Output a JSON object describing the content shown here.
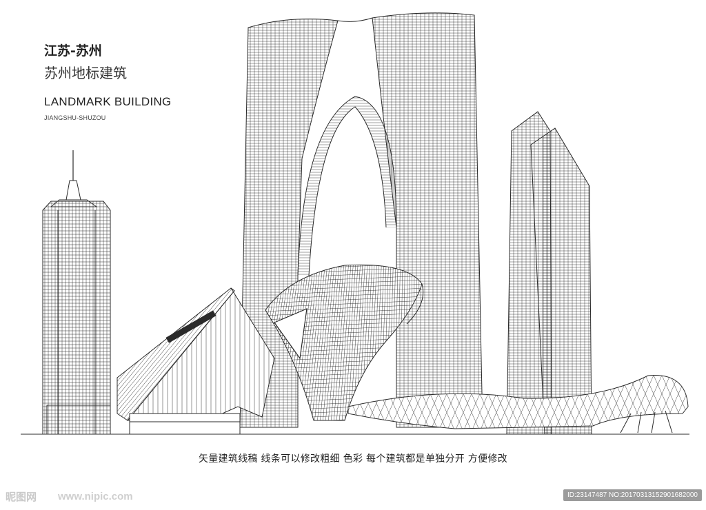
{
  "header": {
    "region": "江苏-苏州",
    "subtitle": "苏州地标建筑",
    "english_title": "LANDMARK BUILDING",
    "english_sub": "JIANGSHU-SHUZOU"
  },
  "caption": "矢量建筑线稿   线条可以修改粗细   色彩   每个建筑都是单独分开   方便修改",
  "watermark": {
    "logo": "昵图网",
    "url": "www.nipic.com",
    "id": "ID:23147487 NO:20170313152901682000"
  },
  "colors": {
    "line": "#2a2a2a",
    "background": "#ffffff"
  }
}
